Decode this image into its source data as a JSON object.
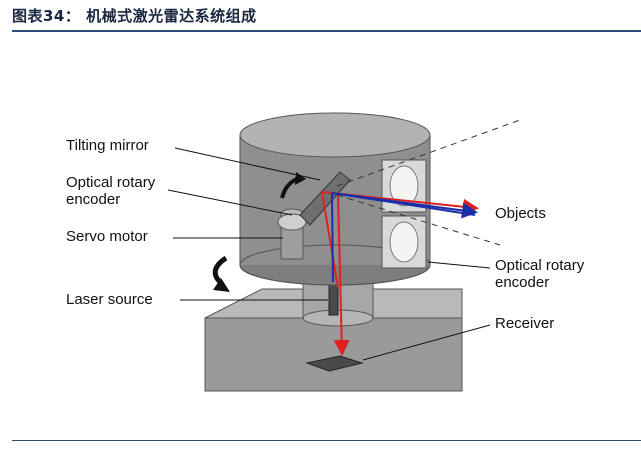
{
  "header": {
    "title": "图表34：  机械式激光雷达系统组成"
  },
  "diagram": {
    "labels": {
      "tilting_mirror": "Tilting mirror",
      "optical_rotary_encoder_left_line1": "Optical rotary",
      "optical_rotary_encoder_left_line2": "encoder",
      "servo_motor": "Servo motor",
      "laser_source": "Laser source",
      "objects": "Objects",
      "optical_rotary_encoder_right_line1": "Optical rotary",
      "optical_rotary_encoder_right_line2": "encoder",
      "receiver": "Receiver"
    },
    "colors": {
      "outgoing_beam": "#e02020",
      "returning_beam": "#1a2fa8",
      "housing": "#8c8c8c",
      "rule": "#2b4e78"
    }
  }
}
